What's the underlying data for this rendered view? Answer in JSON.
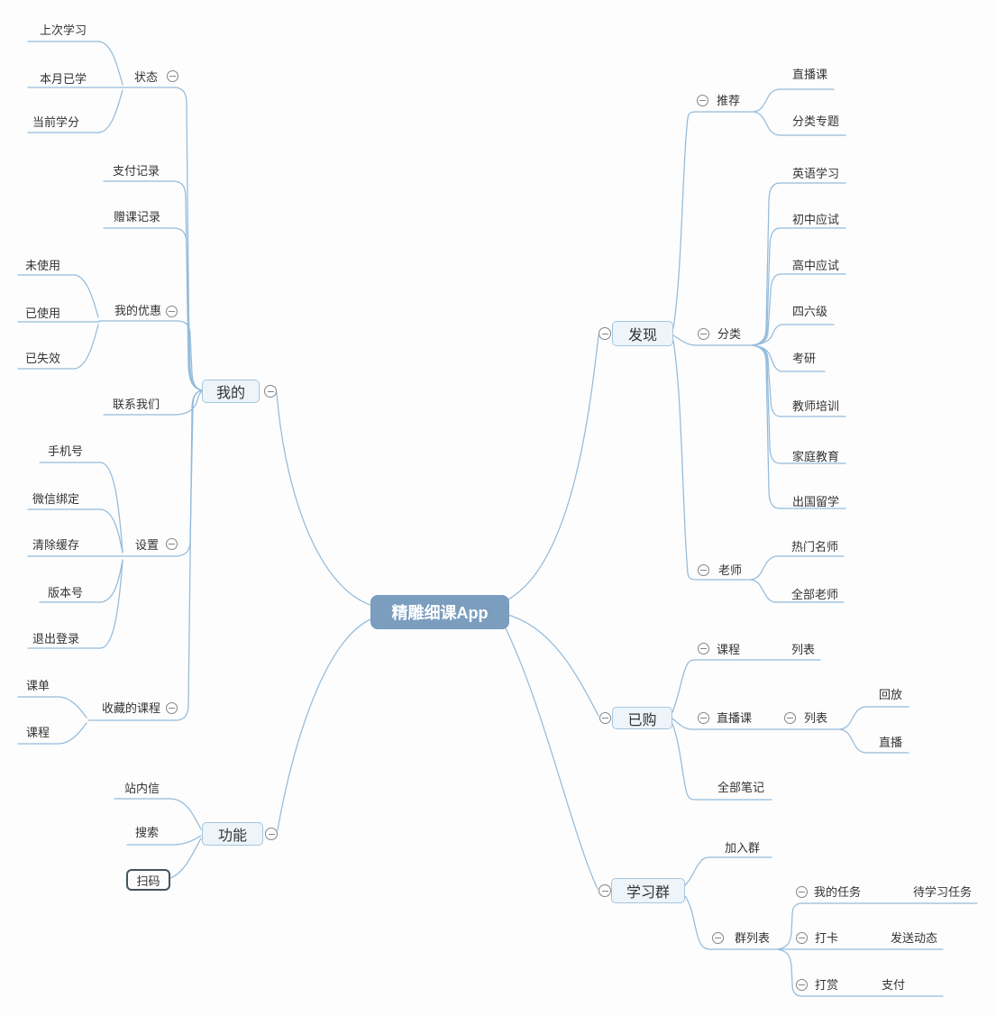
{
  "colors": {
    "line": "#94BBDB",
    "node_border": "#A7C5DC",
    "node_fill": "#EDF4FA",
    "root_fill": "#7B9DBE",
    "root_text": "#FFFFFF",
    "topic_text": "#333333",
    "outlined_border": "#44545F",
    "collapse_border": "#848484",
    "background": "#FDFDFD"
  },
  "map": {
    "root": {
      "label": "精雕细课App"
    },
    "my": {
      "label": "我的",
      "status": {
        "label": "状态",
        "last_study": "上次学习",
        "month_learned": "本月已学",
        "current_credits": "当前学分"
      },
      "payment_records": "支付记录",
      "gift_records": "赠课记录",
      "coupons": {
        "label": "我的优惠",
        "unused": "未使用",
        "used": "已使用",
        "expired": "已失效"
      },
      "contact_us": "联系我们",
      "settings": {
        "label": "设置",
        "phone": "手机号",
        "wechat_bind": "微信绑定",
        "clear_cache": "清除缓存",
        "version": "版本号",
        "logout": "退出登录"
      },
      "favorites": {
        "label": "收藏的课程",
        "course_list": "课单",
        "course": "课程"
      }
    },
    "features": {
      "label": "功能",
      "inbox": "站内信",
      "search": "搜索",
      "scan": "扫码"
    },
    "discover": {
      "label": "发现",
      "recommend": {
        "label": "推荐",
        "live_class": "直播课",
        "topics": "分类专题"
      },
      "categories": {
        "label": "分类",
        "items": [
          "英语学习",
          "初中应试",
          "高中应试",
          "四六级",
          "考研",
          "教师培训",
          "家庭教育",
          "出国留学"
        ]
      },
      "teachers": {
        "label": "老师",
        "hot": "热门名师",
        "all": "全部老师"
      }
    },
    "purchased": {
      "label": "已购",
      "courses": {
        "label": "课程",
        "list": "列表"
      },
      "live": {
        "label": "直播课",
        "list": {
          "label": "列表",
          "replay": "回放",
          "live": "直播"
        }
      },
      "notes": "全部笔记"
    },
    "groups": {
      "label": "学习群",
      "join": "加入群",
      "list": {
        "label": "群列表",
        "tasks": {
          "label": "我的任务",
          "todo": "待学习任务"
        },
        "checkin": {
          "label": "打卡",
          "post": "发送动态"
        },
        "reward": {
          "label": "打赏",
          "pay": "支付"
        }
      }
    }
  }
}
